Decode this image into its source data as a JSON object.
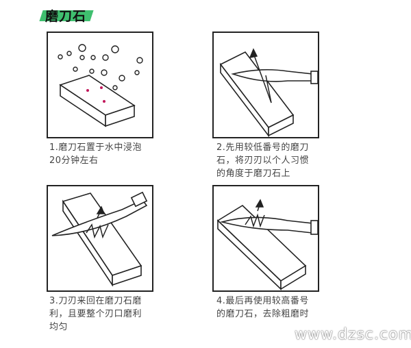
{
  "title": "磨刀石",
  "steps": [
    {
      "lines": [
        "1.磨刀石置于水中浸泡",
        "20分钟左右"
      ]
    },
    {
      "lines": [
        "2.先用较低番号的磨刀",
        "石，将刃刃以个人习惯",
        "的角度于磨刀石上"
      ]
    },
    {
      "lines": [
        "3.刀刃来回在磨刀石磨",
        "利，且要整个刃口磨利",
        "均匀"
      ]
    },
    {
      "lines": [
        "4.最后再使用较高番号",
        "的磨刀石，去除粗磨时"
      ]
    }
  ],
  "watermark": "www.dzsc.com",
  "colors": {
    "accent": "#3fbf6f",
    "bubble": "#c2185b",
    "line": "#222222"
  }
}
